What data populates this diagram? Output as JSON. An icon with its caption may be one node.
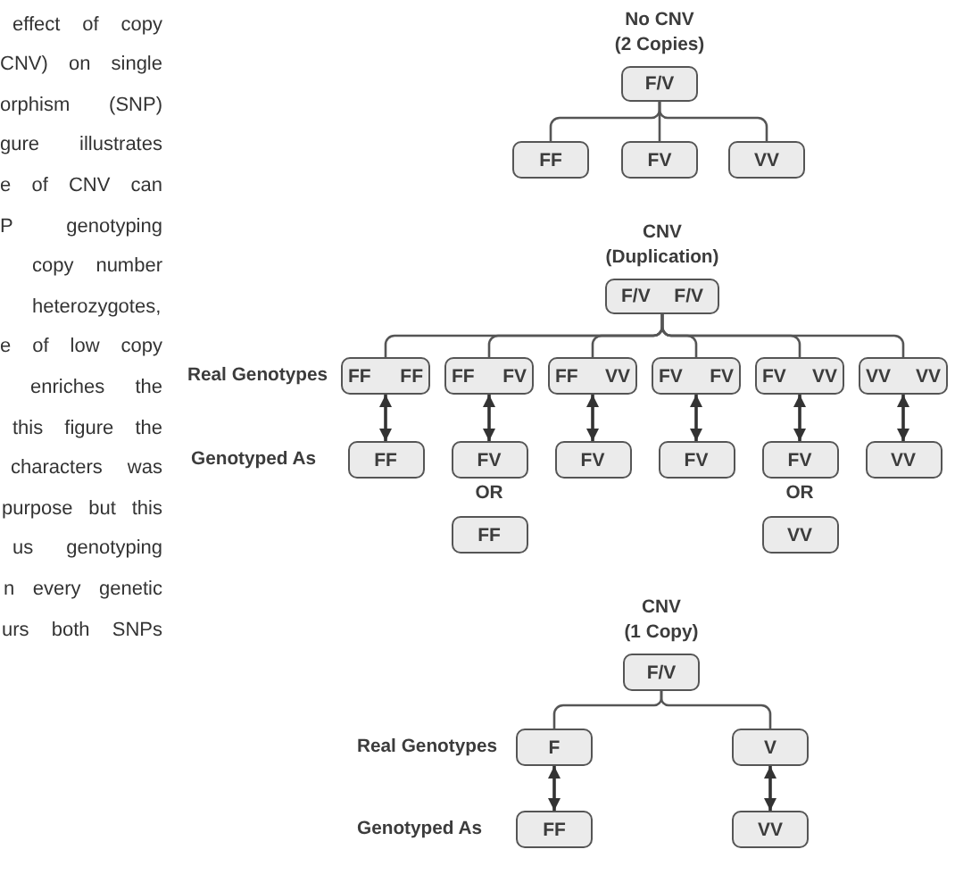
{
  "diagram": {
    "nodes": [
      {
        "text": [
          "No CNV",
          "(2 Copies)",
          "F/V"
        ]
      },
      {
        "text": [
          "FF"
        ]
      },
      {
        "text": [
          "FV"
        ]
      },
      {
        "text": [
          "VV"
        ]
      },
      {
        "text": [
          "CNV",
          "(Duplication)",
          "F/V",
          "F/V"
        ]
      },
      {
        "text": [
          "FF",
          "FF"
        ]
      },
      {
        "text": [
          "FF",
          "FV"
        ]
      },
      {
        "text": [
          "FF",
          "VV"
        ]
      },
      {
        "text": [
          "FV",
          "FV"
        ]
      },
      {
        "text": [
          "FV",
          "VV"
        ]
      },
      {
        "text": [
          "VV",
          "VV"
        ]
      },
      {
        "text": [
          "FF"
        ]
      },
      {
        "text": [
          "FV"
        ]
      },
      {
        "text": [
          "FV"
        ]
      },
      {
        "text": [
          "FV"
        ]
      },
      {
        "text": [
          "FV"
        ]
      },
      {
        "text": [
          "VV"
        ]
      },
      {
        "text": [
          "FF"
        ]
      },
      {
        "text": [
          "VV"
        ]
      },
      {
        "text": [
          "CNV",
          "(1 Copy)",
          "F/V"
        ]
      },
      {
        "text": [
          "F"
        ]
      },
      {
        "text": [
          "V"
        ]
      },
      {
        "text": [
          "FF"
        ]
      },
      {
        "text": [
          "VV"
        ]
      }
    ],
    "edges": [
      {
        "from": 0,
        "to": 1,
        "arrow": "none"
      },
      {
        "from": 0,
        "to": 2,
        "arrow": "none"
      },
      {
        "from": 0,
        "to": 3,
        "arrow": "none"
      },
      {
        "from": 4,
        "to": 5,
        "arrow": "none"
      },
      {
        "from": 4,
        "to": 6,
        "arrow": "none"
      },
      {
        "from": 4,
        "to": 7,
        "arrow": "none"
      },
      {
        "from": 4,
        "to": 8,
        "arrow": "none"
      },
      {
        "from": 4,
        "to": 9,
        "arrow": "none"
      },
      {
        "from": 4,
        "to": 10,
        "arrow": "none"
      },
      {
        "from": 5,
        "to": 11,
        "arrow": "both"
      },
      {
        "from": 6,
        "to": 12,
        "arrow": "both"
      },
      {
        "from": 7,
        "to": 13,
        "arrow": "both"
      },
      {
        "from": 8,
        "to": 14,
        "arrow": "both"
      },
      {
        "from": 9,
        "to": 15,
        "arrow": "both"
      },
      {
        "from": 10,
        "to": 16,
        "arrow": "both"
      },
      {
        "from": 19,
        "to": 20,
        "arrow": "none"
      },
      {
        "from": 19,
        "to": 21,
        "arrow": "none"
      },
      {
        "from": 20,
        "to": 22,
        "arrow": "both"
      },
      {
        "from": 21,
        "to": 23,
        "arrow": "both"
      }
    ],
    "labels": [
      "effect of copy",
      "CNV) on single",
      "orphism (SNP)",
      "gure illustrates",
      "e of CNV can",
      "P genotyping",
      "copy number",
      "heterozygotes,",
      "e of low copy",
      "enriches the",
      "this figure the",
      "characters was",
      "purpose but this",
      "us genotyping",
      "n every genetic",
      "urs both SNPs",
      "Real Genotypes",
      "Genotyped As",
      "OR",
      "OR",
      "Real Genotypes",
      "Genotyped As"
    ]
  }
}
